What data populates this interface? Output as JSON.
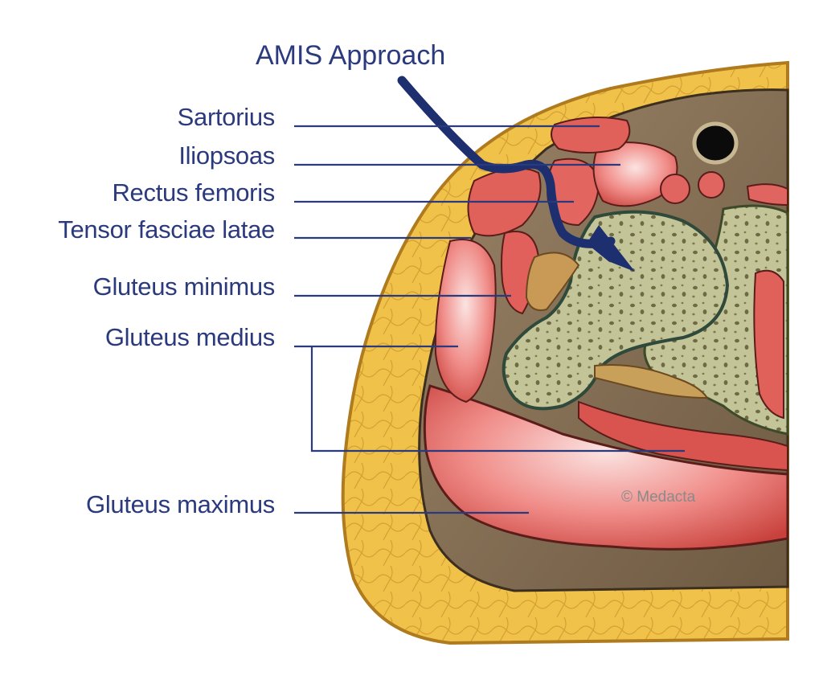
{
  "title": "AMIS Approach",
  "labels": {
    "sartorius": "Sartorius",
    "iliopsoas": "Iliopsoas",
    "rectus_femoris": "Rectus femoris",
    "tensor_fasciae_latae": "Tensor fasciae latae",
    "gluteus_minimus": "Gluteus minimus",
    "gluteus_medius": "Gluteus medius",
    "gluteus_maximus": "Gluteus maximus"
  },
  "copyright": "© Medacta",
  "colors": {
    "label_text": "#2b3a7d",
    "leader_line": "#2b3a7d",
    "arrow": "#1d2f6f",
    "skin_fat": "#e8b83a",
    "muscle": "#d9534f",
    "bone": "#bdbd8e",
    "tissue": "#8a7358"
  }
}
